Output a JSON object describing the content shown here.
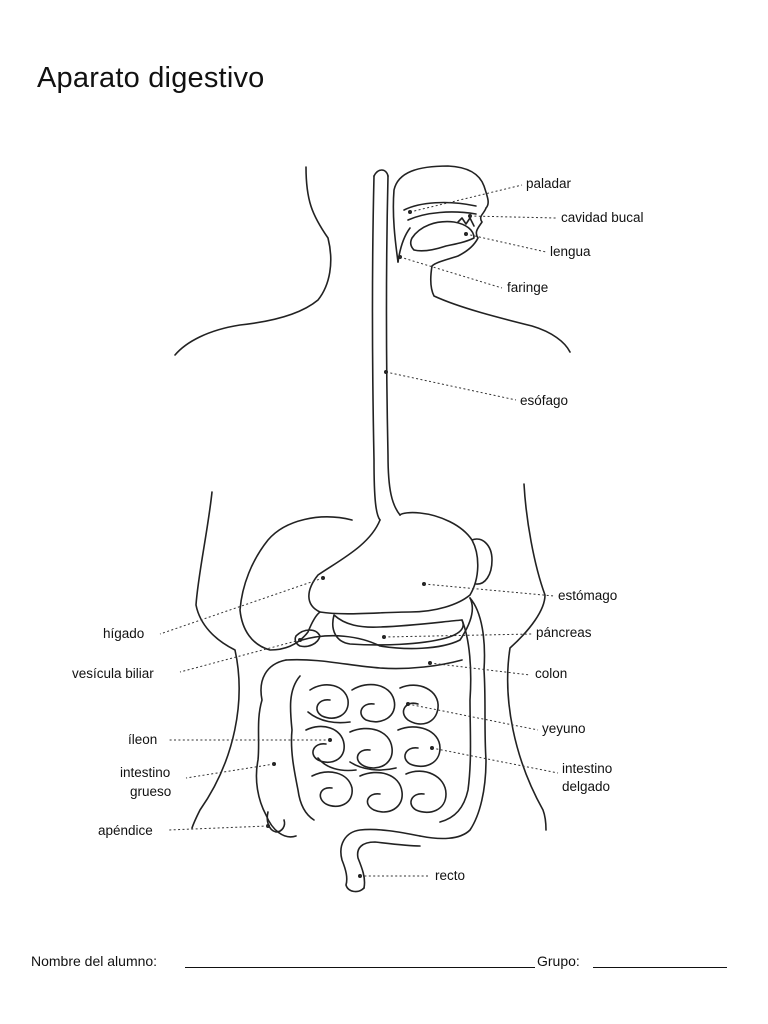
{
  "title": "Aparato digestivo",
  "labels": {
    "paladar": "paladar",
    "cavidad_bucal": "cavidad bucal",
    "lengua": "lengua",
    "faringe": "faringe",
    "esofago": "esófago",
    "estomago": "estómago",
    "higado": "hígado",
    "pancreas": "páncreas",
    "vesicula_line1": "vesícula biliar",
    "colon": "colon",
    "ileon": "íleon",
    "yeyuno": "yeyuno",
    "intestino_grueso_1": "intestino",
    "intestino_grueso_2": "grueso",
    "intestino_delgado_1": "intestino",
    "intestino_delgado_2": "delgado",
    "apendice": "apéndice",
    "recto": "recto"
  },
  "footer": {
    "student_name_label": "Nombre del alumno:",
    "group_label": "Grupo:"
  }
}
